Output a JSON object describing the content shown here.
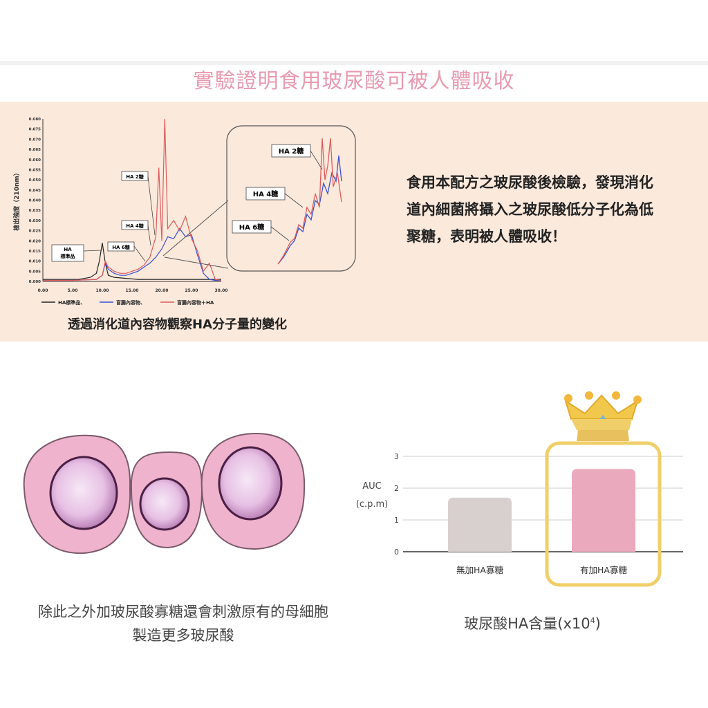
{
  "heading": "實驗證明食用玻尿酸可被人體吸收",
  "hplc": {
    "ylabel": "檢出強度（210nm）",
    "yticks": [
      "0.080",
      "0.075",
      "0.070",
      "0.065",
      "0.060",
      "0.055",
      "0.050",
      "0.045",
      "0.040",
      "0.035",
      "0.030",
      "0.025",
      "0.020",
      "0.015",
      "0.010",
      "0.005",
      "0.000"
    ],
    "xticks": [
      "0.00",
      "5.00",
      "10.00",
      "15.00",
      "20.00",
      "25.00",
      "30.00"
    ],
    "callouts": {
      "ha2": "HA 2糖",
      "ha4": "HA 4糖",
      "ha6": "HA 6糖",
      "standard_1": "HA",
      "standard_2": "標準品"
    },
    "zoom_callouts": {
      "ha2": "HA 2糖",
      "ha4": "HA 4糖",
      "ha6": "HA 6糖"
    },
    "legend": [
      "HA標準品、",
      "盲腸內容物、",
      "盲腸內容物＋HA"
    ],
    "caption": "透過消化道內容物觀察HA分子量的變化"
  },
  "description": "食用本配方之玻尿酸後檢驗，發現消化道內細菌將攝入之玻尿酸低分子化為低聚糖，表明被人體吸收！",
  "cells_caption_line1": "除此之外加玻尿酸寡糖還會刺激原有的母細胞",
  "cells_caption_line2": "製造更多玻尿酸",
  "auc_caption": "玻尿酸HA含量(x10",
  "auc_caption_exp": "4",
  "auc_caption_tail": ")",
  "colors": {
    "standard": "#222222",
    "cecum": "#3a4fd0",
    "cecum_ha": "#e05a5a",
    "bar_without": "#d8d0cf",
    "bar_with": "#eaa9bd",
    "crown_frame": "#f0cf6a",
    "title": "#e89ab0"
  },
  "chart_data": [
    {
      "type": "line",
      "title": "",
      "xlabel": "",
      "ylabel": "檢出強度（210nm）",
      "xlim": [
        0,
        30
      ],
      "ylim": [
        0,
        0.08
      ],
      "series": [
        {
          "name": "HA標準品",
          "x": [
            0,
            3,
            6,
            8,
            9,
            9.5,
            10,
            10.5,
            11,
            12,
            14,
            16,
            18,
            20,
            22,
            24,
            26,
            28,
            30
          ],
          "y": [
            0.001,
            0.001,
            0.001,
            0.002,
            0.004,
            0.01,
            0.019,
            0.009,
            0.003,
            0.002,
            0.0015,
            0.001,
            0.001,
            0.001,
            0.001,
            0.001,
            0.001,
            0.001,
            0.001
          ]
        },
        {
          "name": "盲腸內容物",
          "x": [
            0,
            5,
            9,
            10,
            10.5,
            11,
            12,
            13,
            14,
            15,
            16,
            17,
            18,
            19,
            20,
            21,
            22,
            23,
            24,
            25,
            26,
            27,
            28,
            29,
            30
          ],
          "y": [
            0.0005,
            0.0005,
            0.001,
            0.003,
            0.009,
            0.006,
            0.004,
            0.003,
            0.003,
            0.004,
            0.005,
            0.007,
            0.009,
            0.012,
            0.016,
            0.022,
            0.021,
            0.026,
            0.022,
            0.023,
            0.013,
            0.004,
            0.001,
            0.0005,
            0.0005
          ]
        },
        {
          "name": "盲腸內容物＋HA",
          "x": [
            0,
            5,
            9,
            10,
            10.5,
            11,
            12,
            13,
            14,
            15,
            16,
            17,
            18,
            19,
            19.5,
            20,
            20.5,
            21,
            22,
            23,
            24,
            25,
            26,
            27,
            28,
            29,
            30
          ],
          "y": [
            0.0005,
            0.0005,
            0.001,
            0.003,
            0.01,
            0.007,
            0.005,
            0.004,
            0.004,
            0.005,
            0.006,
            0.008,
            0.012,
            0.022,
            0.056,
            0.02,
            0.08,
            0.026,
            0.03,
            0.025,
            0.032,
            0.021,
            0.015,
            0.005,
            0.009,
            0.001,
            0.0005
          ]
        }
      ]
    },
    {
      "type": "bar",
      "title": "",
      "xlabel": "",
      "ylabel": "AUC (c.p.m)",
      "ylim": [
        0,
        3
      ],
      "yticks": [
        "0",
        "1",
        "2",
        "3"
      ],
      "categories": [
        "無加HA寡糖",
        "有加HA寡糖"
      ],
      "values": [
        1.7,
        2.6
      ]
    }
  ]
}
